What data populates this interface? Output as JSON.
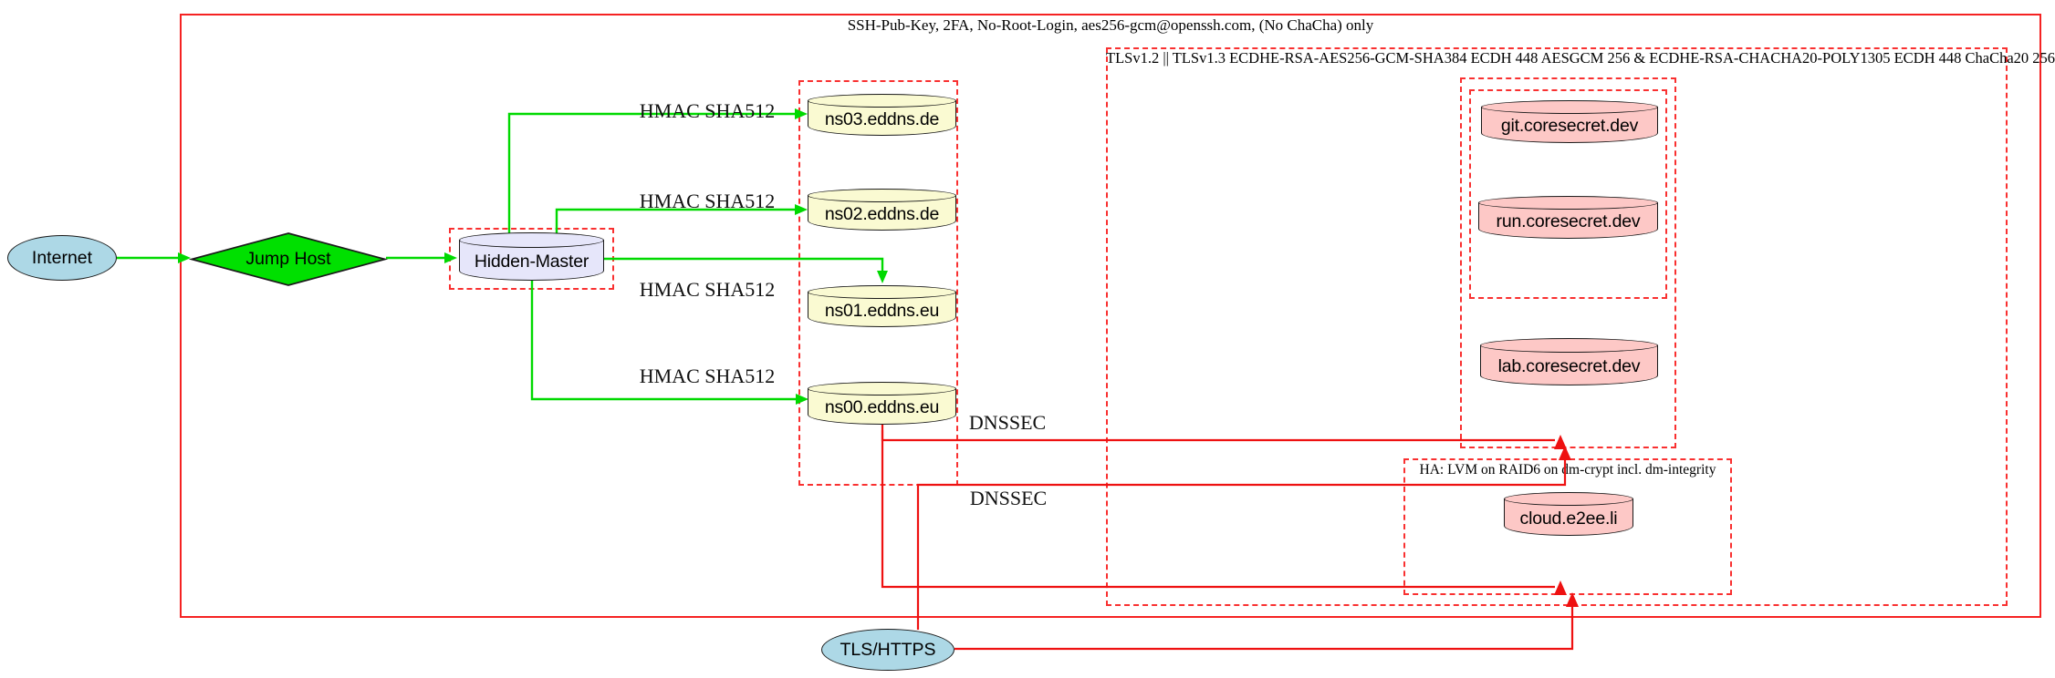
{
  "clusters": {
    "ssh_label": "SSH-Pub-Key, 2FA, No-Root-Login, aes256-gcm@openssh.com, (No ChaCha) only",
    "tls_label": "TLSv1.2 || TLSv1.3 ECDHE-RSA-AES256-GCM-SHA384 ECDH 448 AESGCM 256 & ECDHE-RSA-CHACHA20-POLY1305 ECDH 448 ChaCha20 256",
    "ha_label": "HA: LVM on RAID6 on dm-crypt incl. dm-integrity"
  },
  "nodes": {
    "internet": {
      "label": "Internet"
    },
    "jump_host": {
      "label": "Jump Host"
    },
    "hidden_master": {
      "label": "Hidden-Master"
    },
    "ns03": {
      "label": "ns03.eddns.de"
    },
    "ns02": {
      "label": "ns02.eddns.de"
    },
    "ns01": {
      "label": "ns01.eddns.eu"
    },
    "ns00": {
      "label": "ns00.eddns.eu"
    },
    "git": {
      "label": "git.coresecret.dev"
    },
    "run": {
      "label": "run.coresecret.dev"
    },
    "lab": {
      "label": "lab.coresecret.dev"
    },
    "cloud": {
      "label": "cloud.e2ee.li"
    },
    "tls_https": {
      "label": "TLS/HTTPS"
    }
  },
  "edge_labels": {
    "hmac_ns03": "HMAC SHA512",
    "hmac_ns02": "HMAC SHA512",
    "hmac_ns01": "HMAC SHA512",
    "hmac_ns00": "HMAC SHA512",
    "dnssec_top": "DNSSEC",
    "dnssec_bottom": "DNSSEC"
  },
  "colors": {
    "node_border": "#1a1a1a",
    "green_edge": "#00d900",
    "red_edge": "#ee1111",
    "cluster_red": "#f93030",
    "internet_fill": "#add8e6",
    "jump_host_fill": "#00e000",
    "hidden_master_fill": "#e6e6fa",
    "nameserver_fill": "#fafad2",
    "service_fill": "#fdc8c6"
  }
}
